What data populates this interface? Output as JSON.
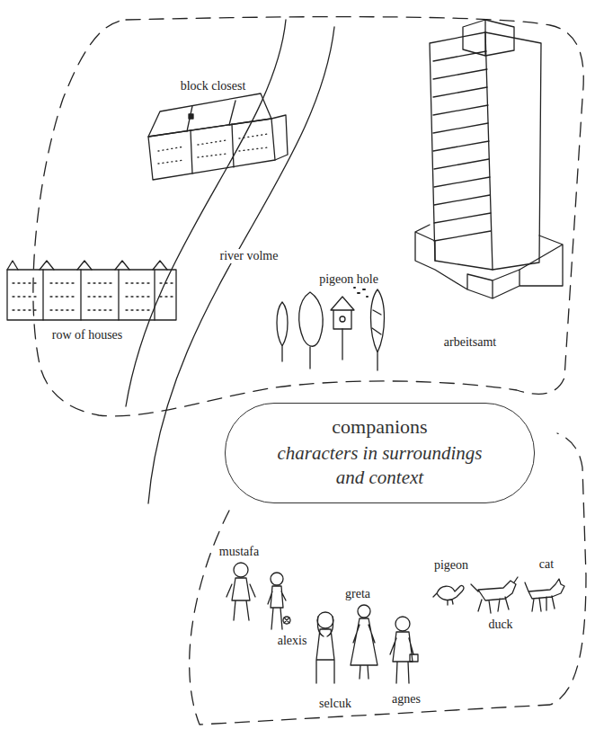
{
  "diagram": {
    "nodes": [
      {
        "text": [
          "companions",
          "characters in surroundings and context"
        ]
      }
    ],
    "labels": [
      "block closest",
      "river volme",
      "row of houses",
      "pigeon hole",
      "arbeitsamt",
      "mustafa",
      "alexis",
      "selcuk",
      "greta",
      "agnes",
      "pigeon",
      "duck",
      "cat"
    ]
  }
}
